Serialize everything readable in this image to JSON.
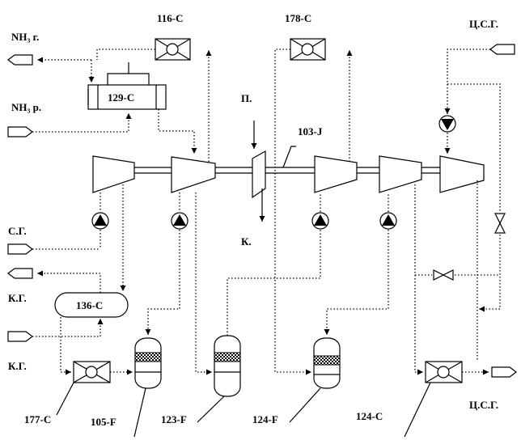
{
  "labels": {
    "nh3_gas": "NH₃ г.",
    "nh3_liquid": "NH₃ р.",
    "synthesis_gas": "С.Г.",
    "condensate_gas_1": "К.Г.",
    "condensate_gas_2": "К.Г.",
    "cycle_gas_in": "Ц.С.Г.",
    "cycle_gas_out": "Ц.С.Г.",
    "steam": "П.",
    "condensate": "К.",
    "compressor": "103-J",
    "exchanger_116": "116-С",
    "exchanger_178": "178-С",
    "exchanger_129": "129-С",
    "exchanger_136": "136-С",
    "exchanger_177": "177-С",
    "exchanger_124c": "124-С",
    "separator_105": "105-F",
    "separator_123": "123-F",
    "separator_124": "124-F"
  }
}
